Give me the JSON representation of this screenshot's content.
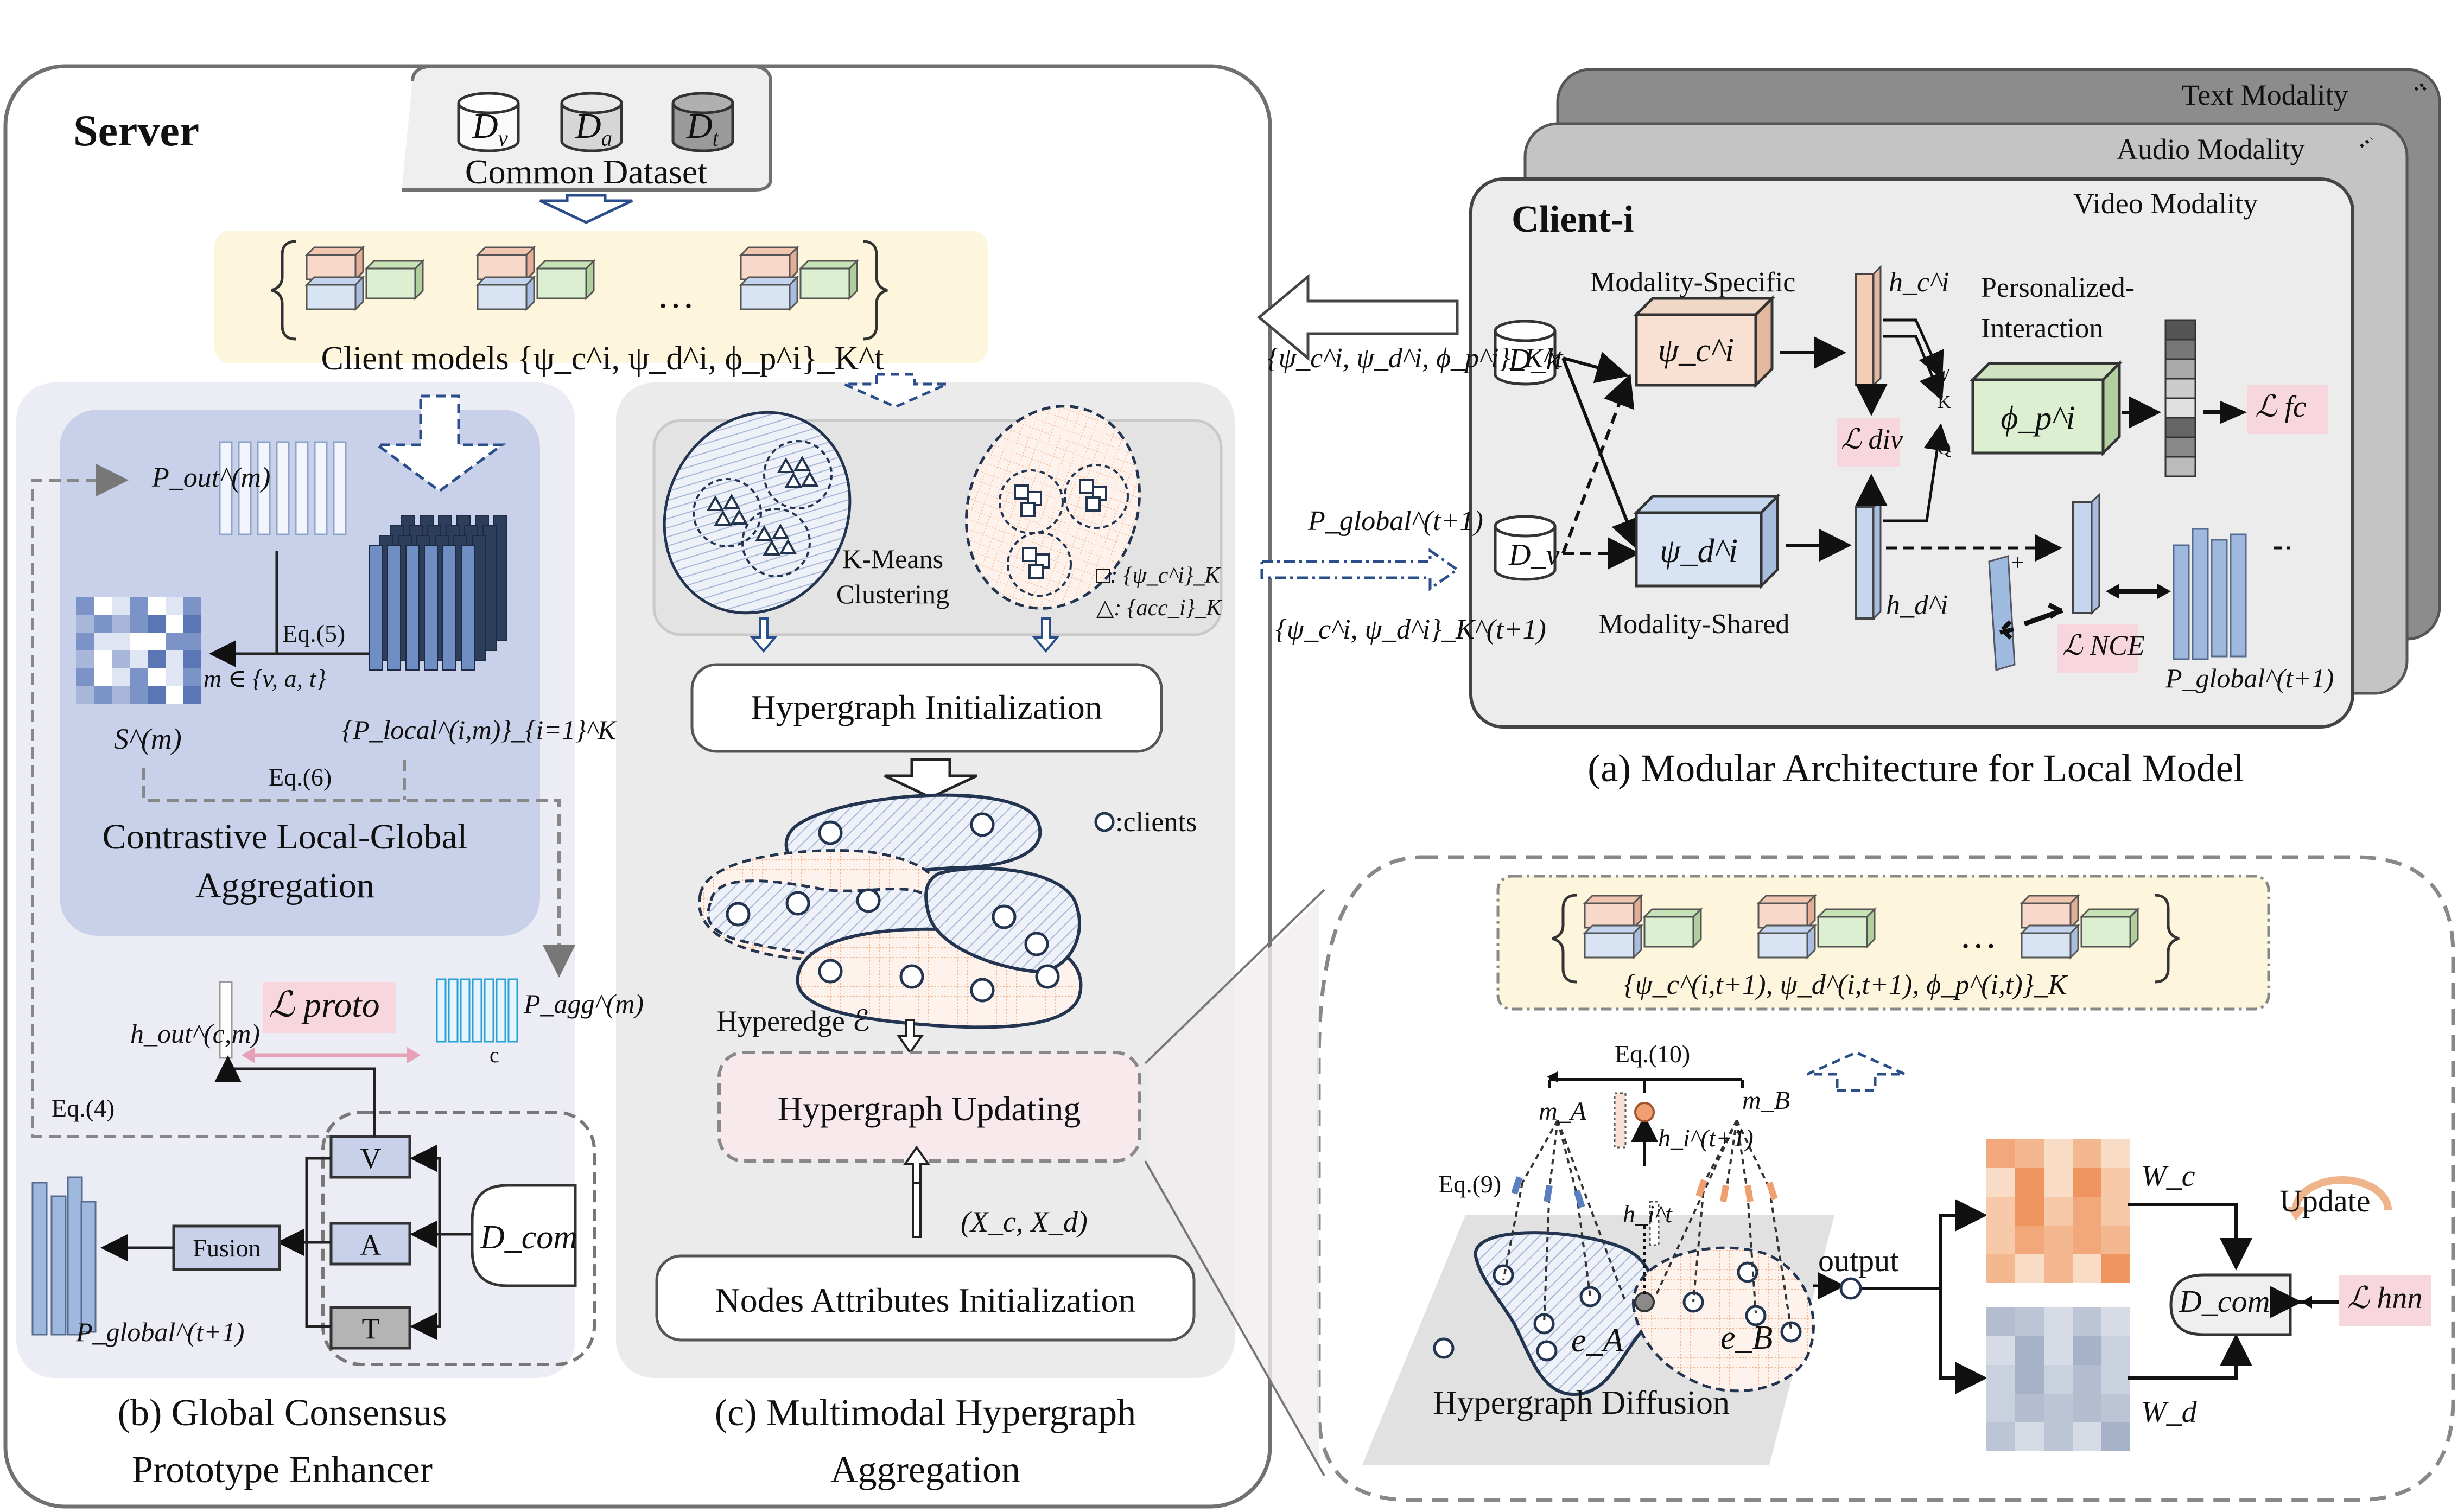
{
  "server": {
    "title": "Server",
    "datasets": [
      "D_v",
      "D_a",
      "D_t"
    ],
    "common_dataset_label": "Common Dataset",
    "client_models_label": "Client models {ψ_c^i, ψ_d^i, ϕ_p^i}_K^t",
    "dots": "…"
  },
  "panel_b": {
    "p_out_label": "P_out^(m)",
    "eq5": "Eq.(5)",
    "m_set": "m ∈ {v, a, t}",
    "s_label": "S^(m)",
    "p_local_label": "{P_local^(i,m)}_{i=1}^K",
    "eq6": "Eq.(6)",
    "contrastive_title_1": "Contrastive Local-Global",
    "contrastive_title_2": "Aggregation",
    "h_out_label": "h_out^(c,m)",
    "l_proto": "ℒ proto",
    "p_agg_label": "P_agg^(m)",
    "c_label": "c",
    "eq4": "Eq.(4)",
    "v_label": "V",
    "a_label": "A",
    "t_label": "T",
    "fusion": "Fusion",
    "d_com": "D_com",
    "p_global_label": "P_global^(t+1)",
    "caption_1": "(b) Global Consensus",
    "caption_2": "Prototype Enhancer"
  },
  "panel_c": {
    "kmeans_1": "K-Means",
    "kmeans_2": "Clustering",
    "legend_square": "□: {ψ_c^i}_K",
    "legend_triangle": "△: {acc_i}_K",
    "hypergraph_init": "Hypergraph Initialization",
    "clients_legend": ":clients",
    "hyperedge": "Hyperedge ℰ",
    "hypergraph_update": "Hypergraph  Updating",
    "xc_xd": "(X_c, X_d)",
    "nodes_init": "Nodes Attributes Initialization",
    "caption_1": "(c) Multimodal Hypergraph",
    "caption_2": "Aggregation"
  },
  "panel_a": {
    "text_modality": "Text Modality",
    "audio_modality": "Audio Modality",
    "video_modality": "Video Modality",
    "client_title": "Client-i",
    "d_k": "D_k",
    "d_v": "D_v",
    "modality_specific": "Modality-Specific",
    "modality_shared": "Modality-Shared",
    "psi_c": "ψ_c^i",
    "psi_d": "ψ_d^i",
    "h_c": "h_c^i",
    "h_d": "h_d^i",
    "l_div": "ℒ div",
    "pi_1": "Personalized-",
    "pi_2": "Interaction",
    "phi_p": "ϕ_p^i",
    "v": "V",
    "k": "K",
    "q": "Q",
    "l_fc": "ℒ fc",
    "l_nce": "ℒ NCE",
    "plus": "+",
    "p_global": "P_global^(t+1)",
    "caption": "(a)  Modular Architecture for Local Model"
  },
  "arrows": {
    "upload_label": "{ψ_c^i, ψ_d^i, ϕ_p^i}_K^t",
    "global_label": "P_global^(t+1)",
    "download_label": "{ψ_c^i, ψ_d^i}_K^(t+1)"
  },
  "panel_d": {
    "models_label": "{ψ_c^(i,t+1), ψ_d^(i,t+1), ϕ_p^(i,t)}_K",
    "dots": "…",
    "eq10": "Eq.(10)",
    "eq9": "Eq.(9)",
    "m_a": "m_A",
    "m_b": "m_B",
    "h_t1": "h_i^(t+1)",
    "h_t": "h_i^t",
    "e_a": "e_A",
    "e_b": "e_B",
    "output": "output",
    "w_c": "W_c",
    "w_d": "W_d",
    "update": "Update",
    "d_com": "D_com",
    "l_hnn": "ℒ hnn",
    "diffusion": "Hypergraph Diffusion"
  },
  "colors": {
    "pink_box": "#f7dfe3",
    "yellow_band": "#fdf6dc",
    "lavender": "#ececf5",
    "blue_box": "#c9d1ea",
    "gray_panel": "#ebebeb",
    "orange": "#f0a070",
    "steel_blue": "#5a7fc0"
  }
}
